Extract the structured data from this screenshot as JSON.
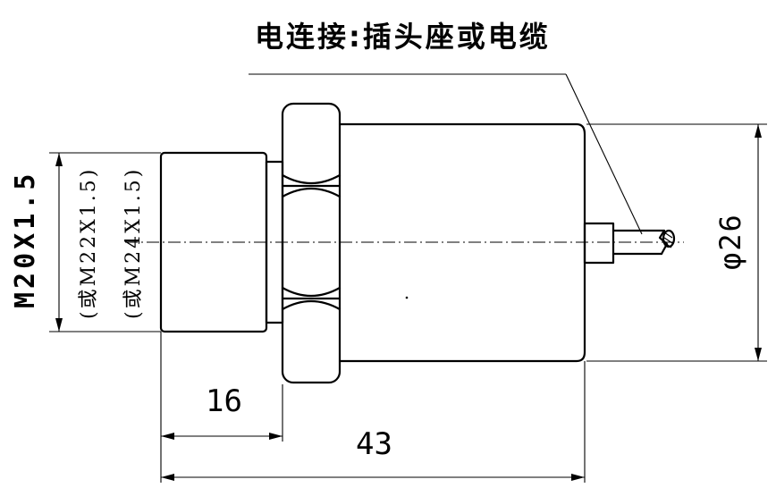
{
  "labels": {
    "connection_title": "电连接:插头座或电缆",
    "thread_main": "M20X1.5",
    "thread_alt1": "(或M22X1.5)",
    "thread_alt2": "(或M24X1.5)",
    "diameter": "φ26",
    "dim_thread_length": "16",
    "dim_total_length": "43"
  }
}
